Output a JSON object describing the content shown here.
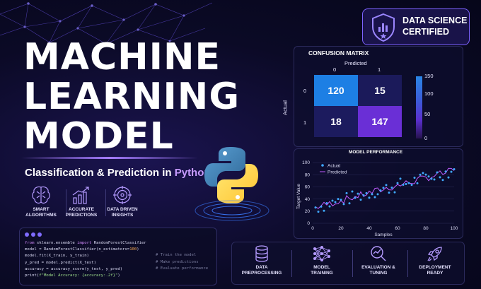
{
  "headline": {
    "line1": "MACHINE",
    "line2": "LEARNING",
    "line3": "MODEL"
  },
  "subtitle": {
    "prefix": "Classification & Prediction in ",
    "accent": "Python"
  },
  "features": [
    {
      "icon": "brain-circuit-icon",
      "line1": "SMART",
      "line2": "ALGORITHMS"
    },
    {
      "icon": "bar-chart-growth-icon",
      "line1": "ACCURATE",
      "line2": "PREDICTIONS"
    },
    {
      "icon": "target-icon",
      "line1": "DATA DRIVEN",
      "line2": "INSIGHTS"
    }
  ],
  "badge": {
    "icon": "shield-chart-icon",
    "line1": "DATA SCIENCE",
    "line2": "CERTIFIED"
  },
  "confusion_matrix": {
    "title": "CONFUSION MATRIX",
    "x_label": "Predicted",
    "y_label": "Actual",
    "col_labels": [
      "0",
      "1"
    ],
    "row_labels": [
      "0",
      "1"
    ],
    "cells": [
      "120",
      "15",
      "18",
      "147"
    ],
    "colorbar_ticks": [
      "150",
      "100",
      "50",
      "0"
    ],
    "colors": {
      "high": "#1d8ae8",
      "low": "#1c1a5e",
      "mid_purple": "#6a2fd6"
    }
  },
  "performance": {
    "title": "MODEL PERFORMANCE",
    "legend_actual": "Actual",
    "legend_predicted": "Predicted",
    "xlabel": "Samples",
    "ylabel": "Target Value",
    "x_ticks": [
      "0",
      "20",
      "40",
      "60",
      "80",
      "100"
    ],
    "y_ticks": [
      "100",
      "80",
      "60",
      "40",
      "20",
      "0"
    ],
    "xlim": [
      0,
      100
    ],
    "ylim": [
      0,
      100
    ],
    "actual_color": "#3fa8ff",
    "predicted_color": "#c05cff"
  },
  "code": {
    "lines": [
      {
        "a": "from",
        "b": " sklearn.ensemble ",
        "c": "import",
        "d": " RandomForestClassifier",
        "comment": ""
      },
      {
        "a": "",
        "b": "model = RandomForestClassifier(n_estimators=",
        "c": "100",
        "d": ")",
        "comment": ""
      },
      {
        "a": "",
        "b": "model.fit(X_train, y_train)",
        "c": "",
        "d": "",
        "comment": "# Train the model"
      },
      {
        "a": "",
        "b": "y_pred = model.predict(X_test)",
        "c": "",
        "d": "",
        "comment": "# Make predictions"
      },
      {
        "a": "",
        "b": "accuracy = accuracy_score(y_test, y_pred)",
        "c": "",
        "d": "",
        "comment": "# Evaluate performance"
      },
      {
        "a": "",
        "b": "print(",
        "c": "f\"Model Accuracy: {accuracy:.2f}\"",
        "d": ")",
        "comment": ""
      }
    ]
  },
  "steps": [
    {
      "icon": "database-icon",
      "line1": "DATA",
      "line2": "PREPROCESSING"
    },
    {
      "icon": "neural-network-icon",
      "line1": "MODEL",
      "line2": "TRAINING"
    },
    {
      "icon": "magnifier-chart-icon",
      "line1": "EVALUATION &",
      "line2": "TUNING"
    },
    {
      "icon": "rocket-icon",
      "line1": "DEPLOYMENT",
      "line2": "READY"
    }
  ],
  "colors": {
    "accent_purple": "#c79bff",
    "panel_border": "#2b2a5c",
    "python_blue": "#3d7ab8",
    "python_yellow": "#ffd43b"
  }
}
